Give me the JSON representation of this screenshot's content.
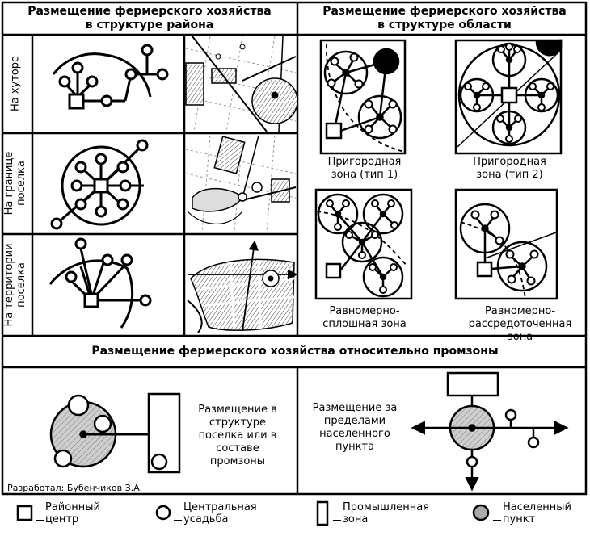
{
  "district": {
    "title": "Размещение фермерского хозяйства в структуре района",
    "rows": [
      {
        "label": "На хуторе"
      },
      {
        "label": "На границе поселка"
      },
      {
        "label": "На территории поселка"
      }
    ]
  },
  "region": {
    "title": "Размещение фермерского хозяйства в структуре области",
    "zones": [
      {
        "caption": "Пригородная зона (тип 1)"
      },
      {
        "caption": "Пригородная зона (тип 2)"
      },
      {
        "caption": "Равномерно-сплошная зона"
      },
      {
        "caption": "Равномерно-рассредоточенная зона"
      }
    ]
  },
  "industrial": {
    "title": "Размещение фермерского хозяйства относительно промзоны",
    "left_text": "Размещение в структуре поселка или в составе промзоны",
    "right_text": "Размещение за пределами населенного пункта",
    "credit": "Разработал: Бубенчиков З.А."
  },
  "legend": [
    {
      "icon": "square-icon",
      "label": "Районный центр"
    },
    {
      "icon": "circle-icon",
      "label": "Центральная усадьба"
    },
    {
      "icon": "rectangle-icon",
      "label": "Промышленная зона"
    },
    {
      "icon": "hatched-circle-icon",
      "label": "Населенный пункт"
    }
  ]
}
